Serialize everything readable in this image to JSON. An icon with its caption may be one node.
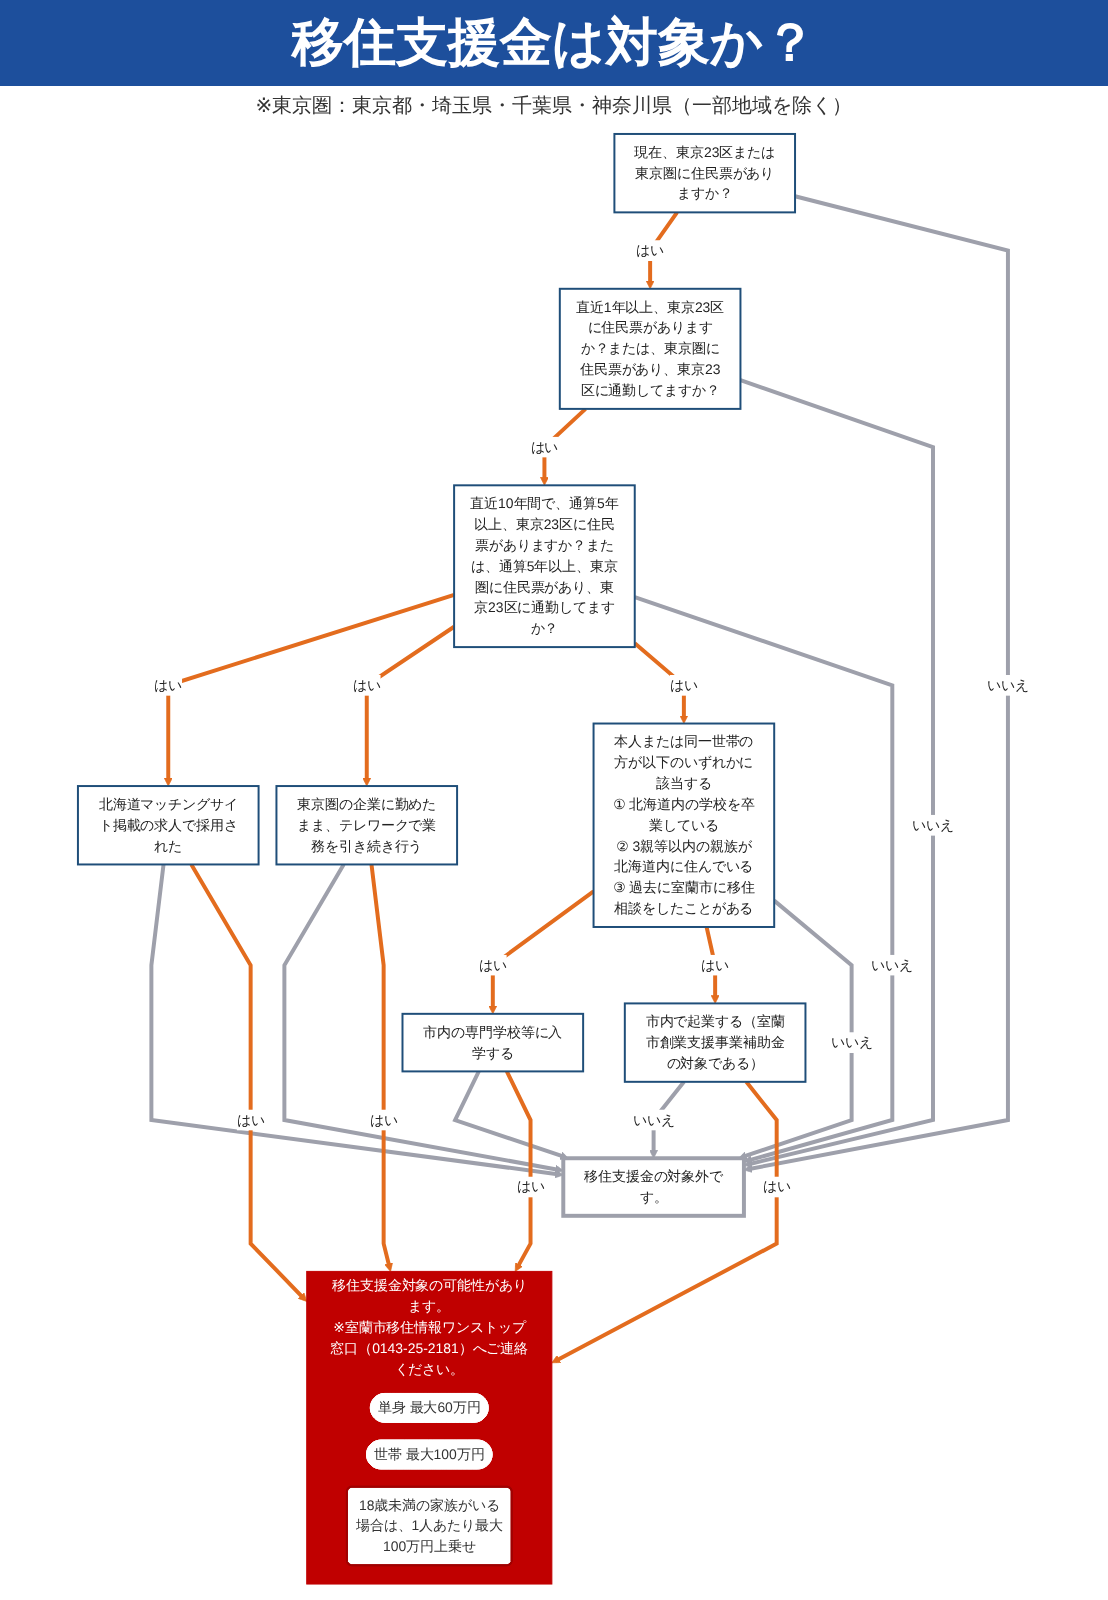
{
  "diagram": {
    "title": "移住支援金は対象か？",
    "nodes": [
      {
        "text": [
          "現在、東京23区または東京圏に住民票がありますか？"
        ]
      },
      {
        "text": [
          "直近1年以上、東京23区に住民票がありますか？または、東京圏に住民票があり、東京23区に通勤してますか？"
        ]
      },
      {
        "text": [
          "直近10年間で、通算5年以上、東京23区に住民票がありますか？または、通算5年以上、東京圏に住民票があり、東京23区に通勤してますか？"
        ]
      },
      {
        "text": [
          "北海道マッチングサイト掲載の求人で採用された"
        ]
      },
      {
        "text": [
          "東京圏の企業に勤めたまま、テレワークで業務を引き続き行う"
        ]
      },
      {
        "text": [
          "本人または同一世帯の方が以下のいずれかに該当する",
          "① 北海道内の学校を卒業している",
          "② 3親等以内の親族が北海道内に住んでいる",
          "③ 過去に室蘭市に移住相談をしたことがある"
        ]
      },
      {
        "text": [
          "市内の専門学校等に入学する"
        ]
      },
      {
        "text": [
          "市内で起業する（室蘭市創業支援事業補助金の対象である）"
        ]
      },
      {
        "text": [
          "移住支援金の対象外です。"
        ]
      },
      {
        "text": [
          "移住支援金対象の可能性があります。",
          "※室蘭市移住情報ワンストップ窓口（0143-25-2181）へご連絡ください。"
        ]
      },
      {
        "text": [
          "単身 最大60万円"
        ],
        "in": 9
      },
      {
        "text": [
          "世帯 最大100万円"
        ],
        "in": 9
      },
      {
        "text": [
          "18歳未満の家族がいる場合は、1人あたり最大100万円上乗せ"
        ],
        "in": 9
      }
    ],
    "edges": [
      {
        "from": 0,
        "to": 1,
        "arrow": "to",
        "label": "はい"
      },
      {
        "from": 0,
        "to": 8,
        "arrow": "to",
        "label": "いいえ",
        "color": "#9ea0ab"
      },
      {
        "from": 1,
        "to": 2,
        "arrow": "to",
        "label": "はい"
      },
      {
        "from": 1,
        "to": 8,
        "arrow": "to",
        "label": "いいえ",
        "color": "#9ea0ab"
      },
      {
        "from": 2,
        "to": 3,
        "arrow": "to",
        "label": "はい"
      },
      {
        "from": 2,
        "to": 4,
        "arrow": "to",
        "label": "はい"
      },
      {
        "from": 2,
        "to": 5,
        "arrow": "to",
        "label": "はい"
      },
      {
        "from": 2,
        "to": 8,
        "arrow": "to",
        "label": "いいえ",
        "color": "#9ea0ab"
      },
      {
        "from": 3,
        "to": 9,
        "arrow": "to",
        "label": "はい"
      },
      {
        "from": 3,
        "to": 8,
        "arrow": "to",
        "color": "#9ea0ab"
      },
      {
        "from": 4,
        "to": 9,
        "arrow": "to",
        "label": "はい"
      },
      {
        "from": 4,
        "to": 8,
        "arrow": "to",
        "color": "#9ea0ab"
      },
      {
        "from": 5,
        "to": 6,
        "arrow": "to",
        "label": "はい"
      },
      {
        "from": 5,
        "to": 7,
        "arrow": "to",
        "label": "はい"
      },
      {
        "from": 5,
        "to": 8,
        "arrow": "to",
        "label": "いいえ",
        "color": "#9ea0ab"
      },
      {
        "from": 6,
        "to": 9,
        "arrow": "to",
        "label": "はい"
      },
      {
        "from": 6,
        "to": 8,
        "arrow": "to",
        "color": "#9ea0ab"
      },
      {
        "from": 7,
        "to": 9,
        "arrow": "to",
        "label": "はい"
      },
      {
        "from": 7,
        "to": 8,
        "arrow": "to",
        "label": "いいえ",
        "color": "#9ea0ab"
      }
    ],
    "labels": [
      "※東京圏：東京都・埼玉県・千葉県・神奈川県（一部地域を除く）"
    ]
  }
}
